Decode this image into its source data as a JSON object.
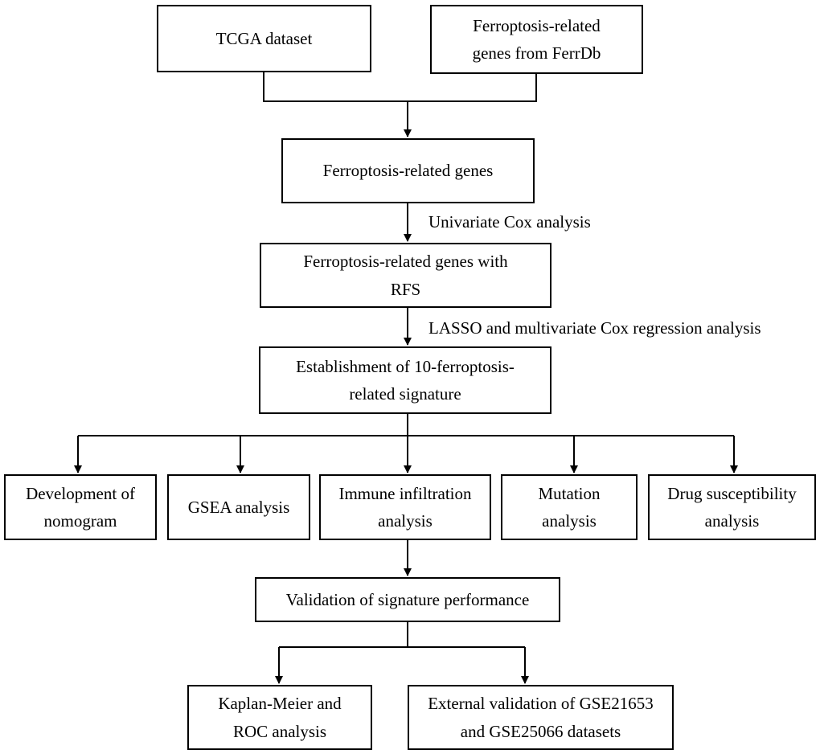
{
  "boxes": {
    "tcga": "TCGA dataset",
    "ferrdb_line1": "Ferroptosis-related",
    "ferrdb_line2": "genes from FerrDb",
    "frg": "Ferroptosis-related genes",
    "frg_rfs_line1": "Ferroptosis-related genes with",
    "frg_rfs_line2": "RFS",
    "signature_line1": "Establishment of 10-ferroptosis-",
    "signature_line2": "related signature",
    "nomogram_line1": "Development of",
    "nomogram_line2": "nomogram",
    "gsea": "GSEA analysis",
    "immune_line1": "Immune infiltration",
    "immune_line2": "analysis",
    "mutation_line1": "Mutation",
    "mutation_line2": "analysis",
    "drug_line1": "Drug susceptibility",
    "drug_line2": "analysis",
    "validation": "Validation of signature performance",
    "km_line1": "Kaplan-Meier and",
    "km_line2": "ROC analysis",
    "external_line1": "External validation of GSE21653",
    "external_line2": "and GSE25066 datasets"
  },
  "edge_labels": {
    "univariate": "Univariate Cox analysis",
    "lasso": "LASSO and multivariate Cox regression analysis"
  }
}
